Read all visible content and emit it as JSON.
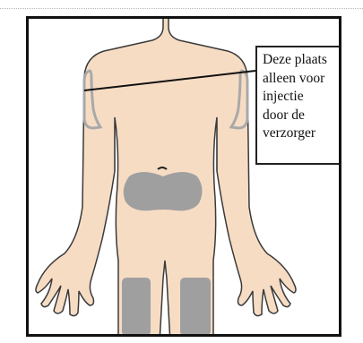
{
  "diagram": {
    "callout_text": "Deze plaats\nalleen voor\ninjectie\ndoor de\nverzorger",
    "colors": {
      "skin": "#f7dcc4",
      "skin_outline": "#3a3a3a",
      "injection_area": "#9f9f9f",
      "upper_arm_outline": "#a9a9a9",
      "frame": "#111111",
      "callout_border": "#222222"
    },
    "injection_sites": [
      "abdomen",
      "left-thigh",
      "right-thigh",
      "left-upper-arm",
      "right-upper-arm"
    ]
  }
}
